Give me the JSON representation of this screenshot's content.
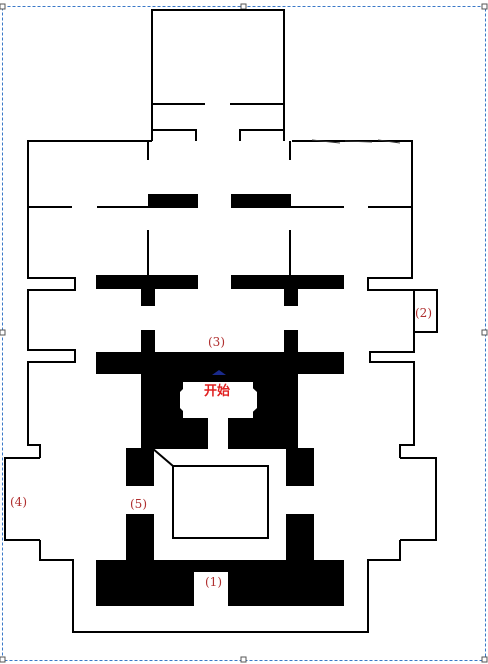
{
  "colors": {
    "wall": "#000000",
    "floor": "#ffffff",
    "label": "#b03030",
    "start_label": "#e02020",
    "start_marker": "#1a2a8c",
    "selection": "#3a78c8"
  },
  "labels": {
    "room1": "(1)",
    "room2": "(2)",
    "room3": "(3)",
    "room4": "(4)",
    "room5": "(5)",
    "start": "开始"
  },
  "icons": {
    "start_marker": "triangle-up"
  }
}
